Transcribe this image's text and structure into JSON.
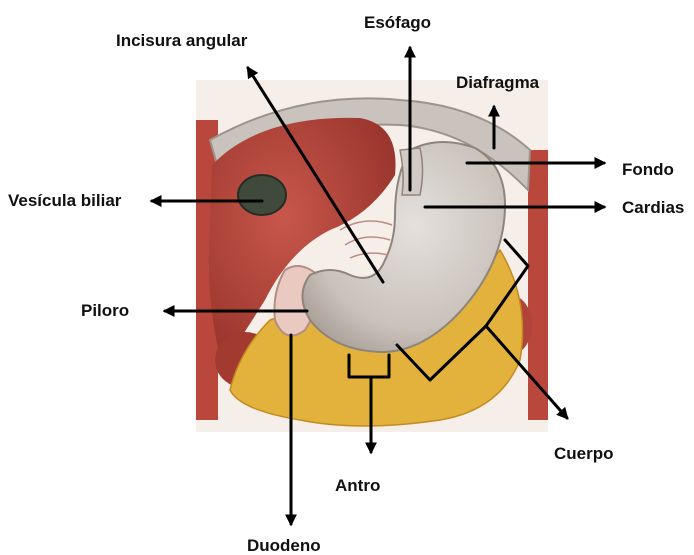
{
  "colors": {
    "tissue_red": "#b8453a",
    "stomach": "#cfc9c3",
    "fat_yellow": "#e3b13a",
    "arrow": "#000000"
  },
  "labels": {
    "incisura": "Incisura angular",
    "esofago": "Esófago",
    "diafragma": "Diafragma",
    "fondo": "Fondo",
    "cardias": "Cardias",
    "vesicula": "Vesícula biliar",
    "piloro": "Piloro",
    "antro": "Antro",
    "cuerpo": "Cuerpo",
    "duodeno": "Duodeno"
  }
}
